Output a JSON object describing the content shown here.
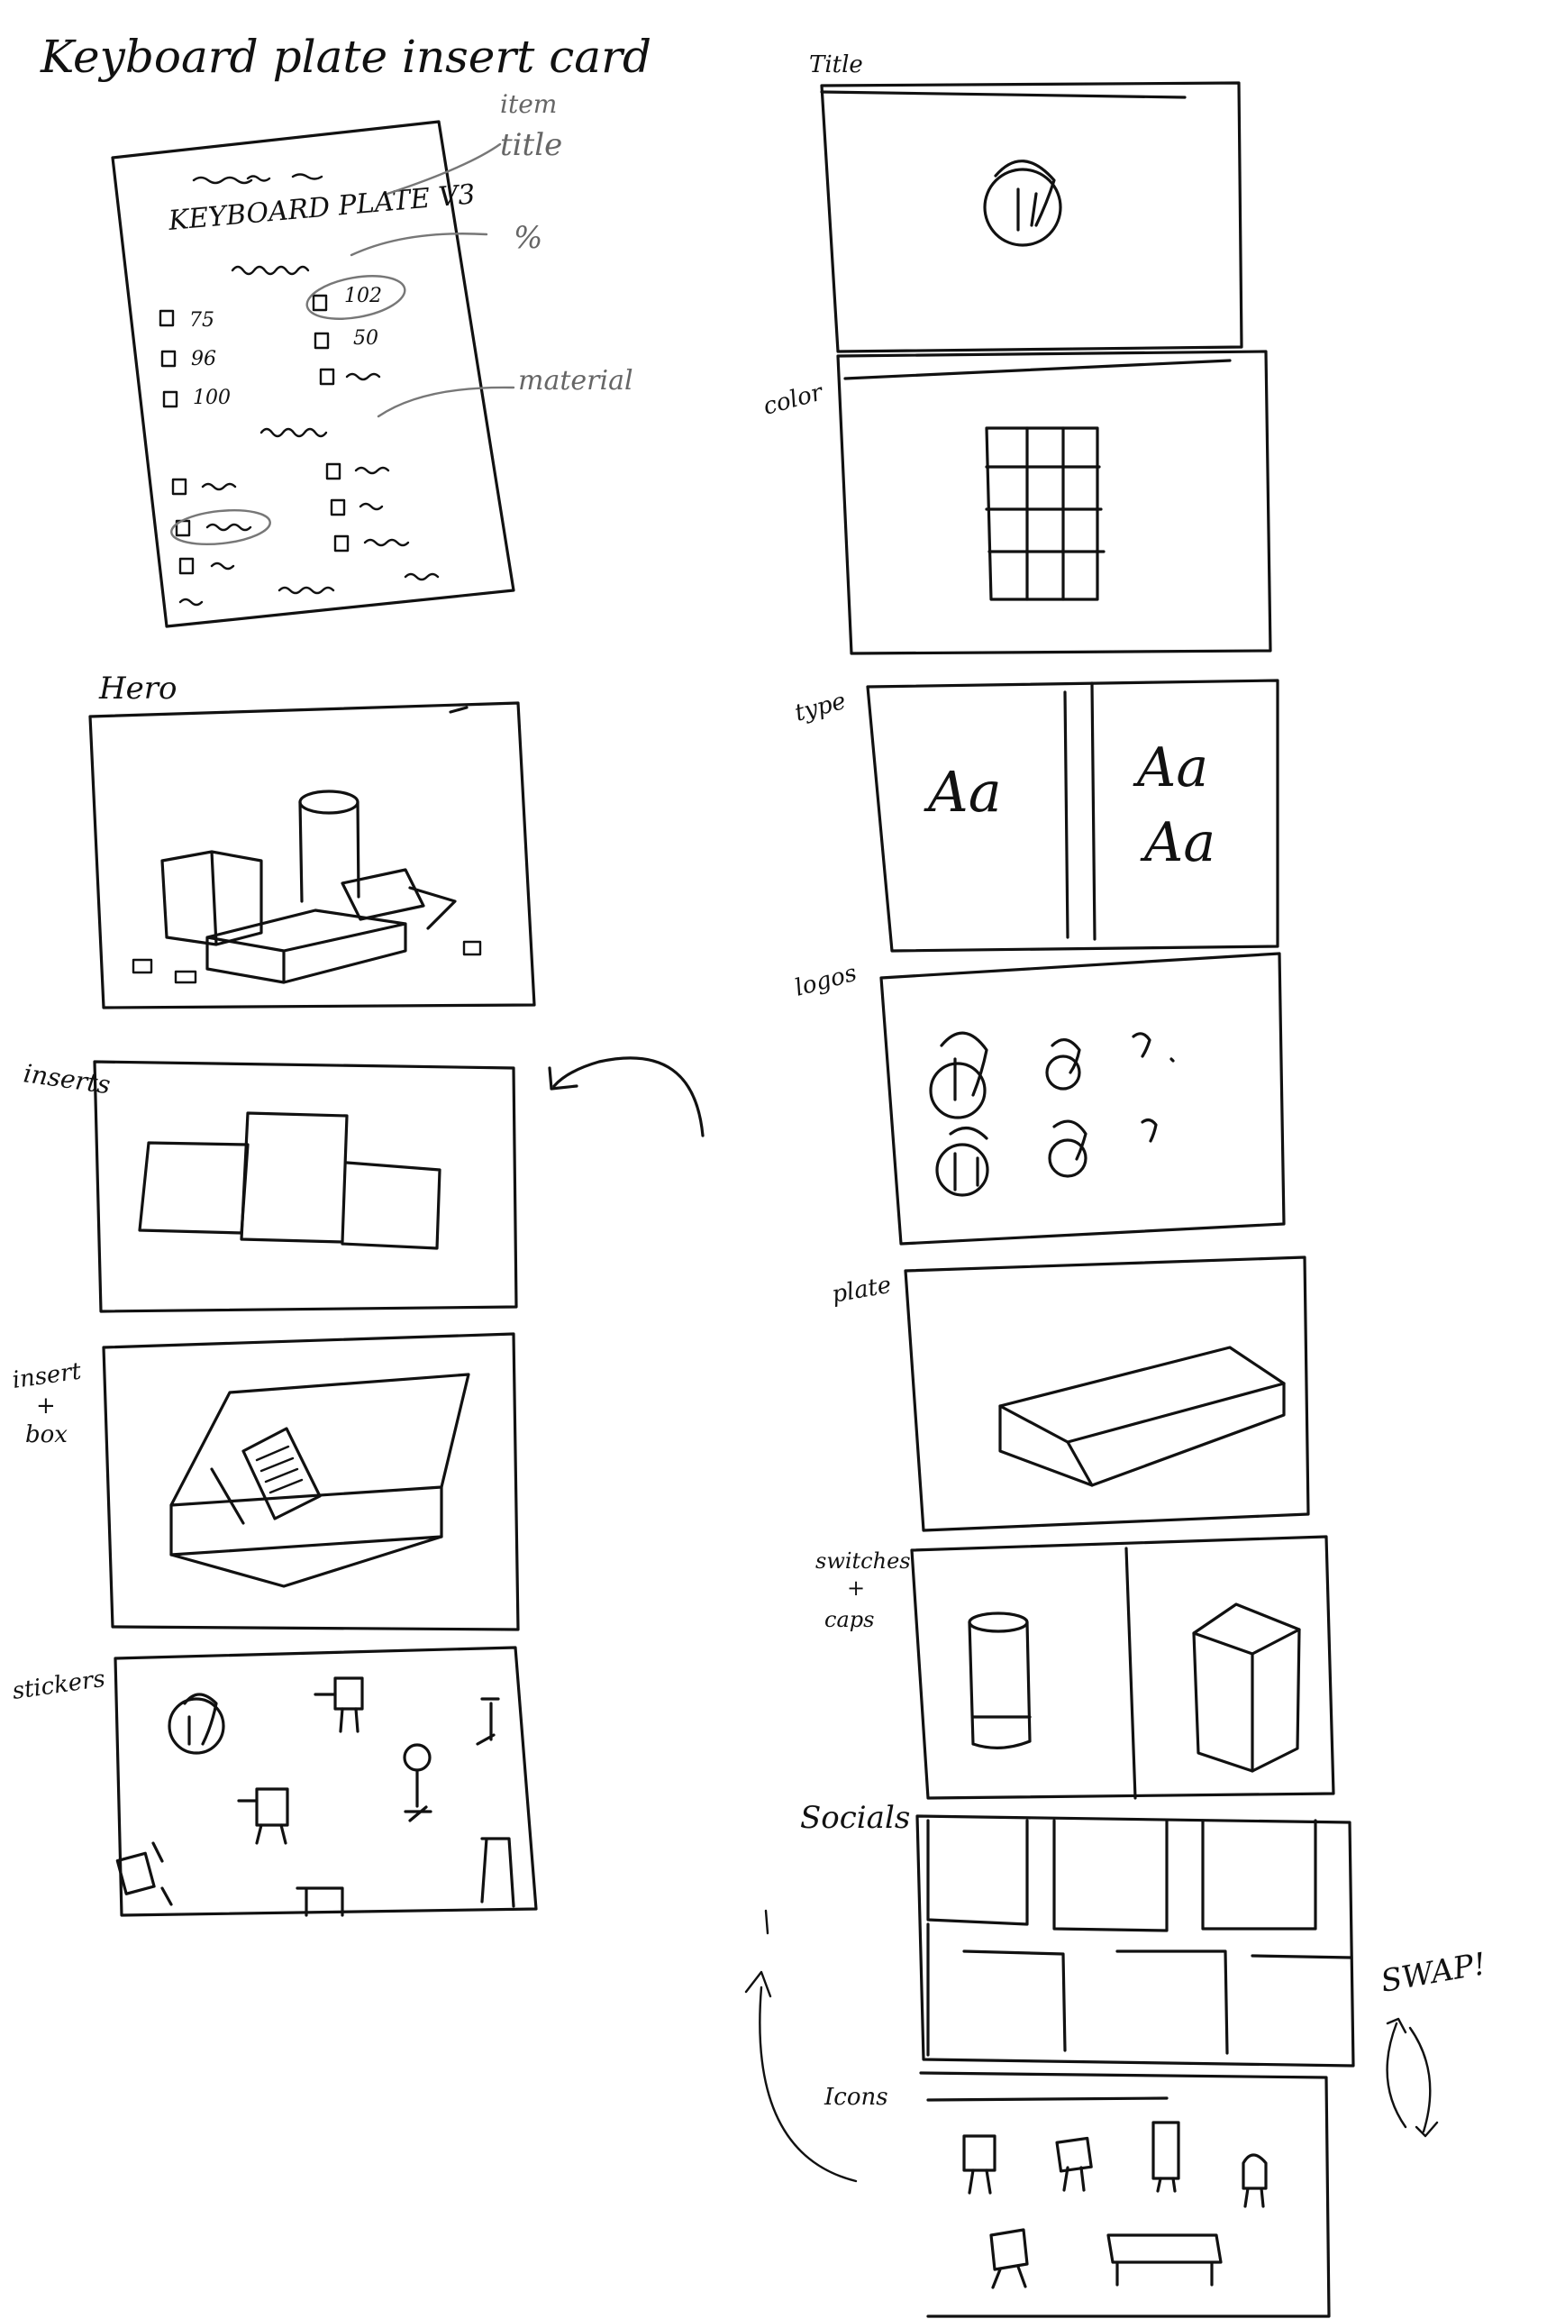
{
  "sheet_title": "Keyboard plate insert card",
  "card": {
    "heading": "KEYBOARD PLATE V3",
    "notes": {
      "item": "item",
      "title": "title",
      "percent": "%",
      "material": "material"
    },
    "sizes_left": [
      "75",
      "96",
      "100"
    ],
    "sizes_right": [
      "102",
      "50"
    ]
  },
  "left_frames": {
    "hero": "Hero",
    "inserts": "inserts",
    "insert_box_1": "insert",
    "insert_box_2": "+",
    "insert_box_3": "box",
    "stickers": "stickers"
  },
  "right_frames": {
    "title": "Title",
    "color": "color",
    "type": "type",
    "type_sample_1": "Aa",
    "type_sample_2": "Aa",
    "type_sample_3": "Aa",
    "logos": "logos",
    "plate": "plate",
    "switches_1": "switches",
    "switches_2": "+",
    "switches_3": "caps",
    "socials": "Socials",
    "icons": "Icons",
    "swap": "SWAP!"
  }
}
